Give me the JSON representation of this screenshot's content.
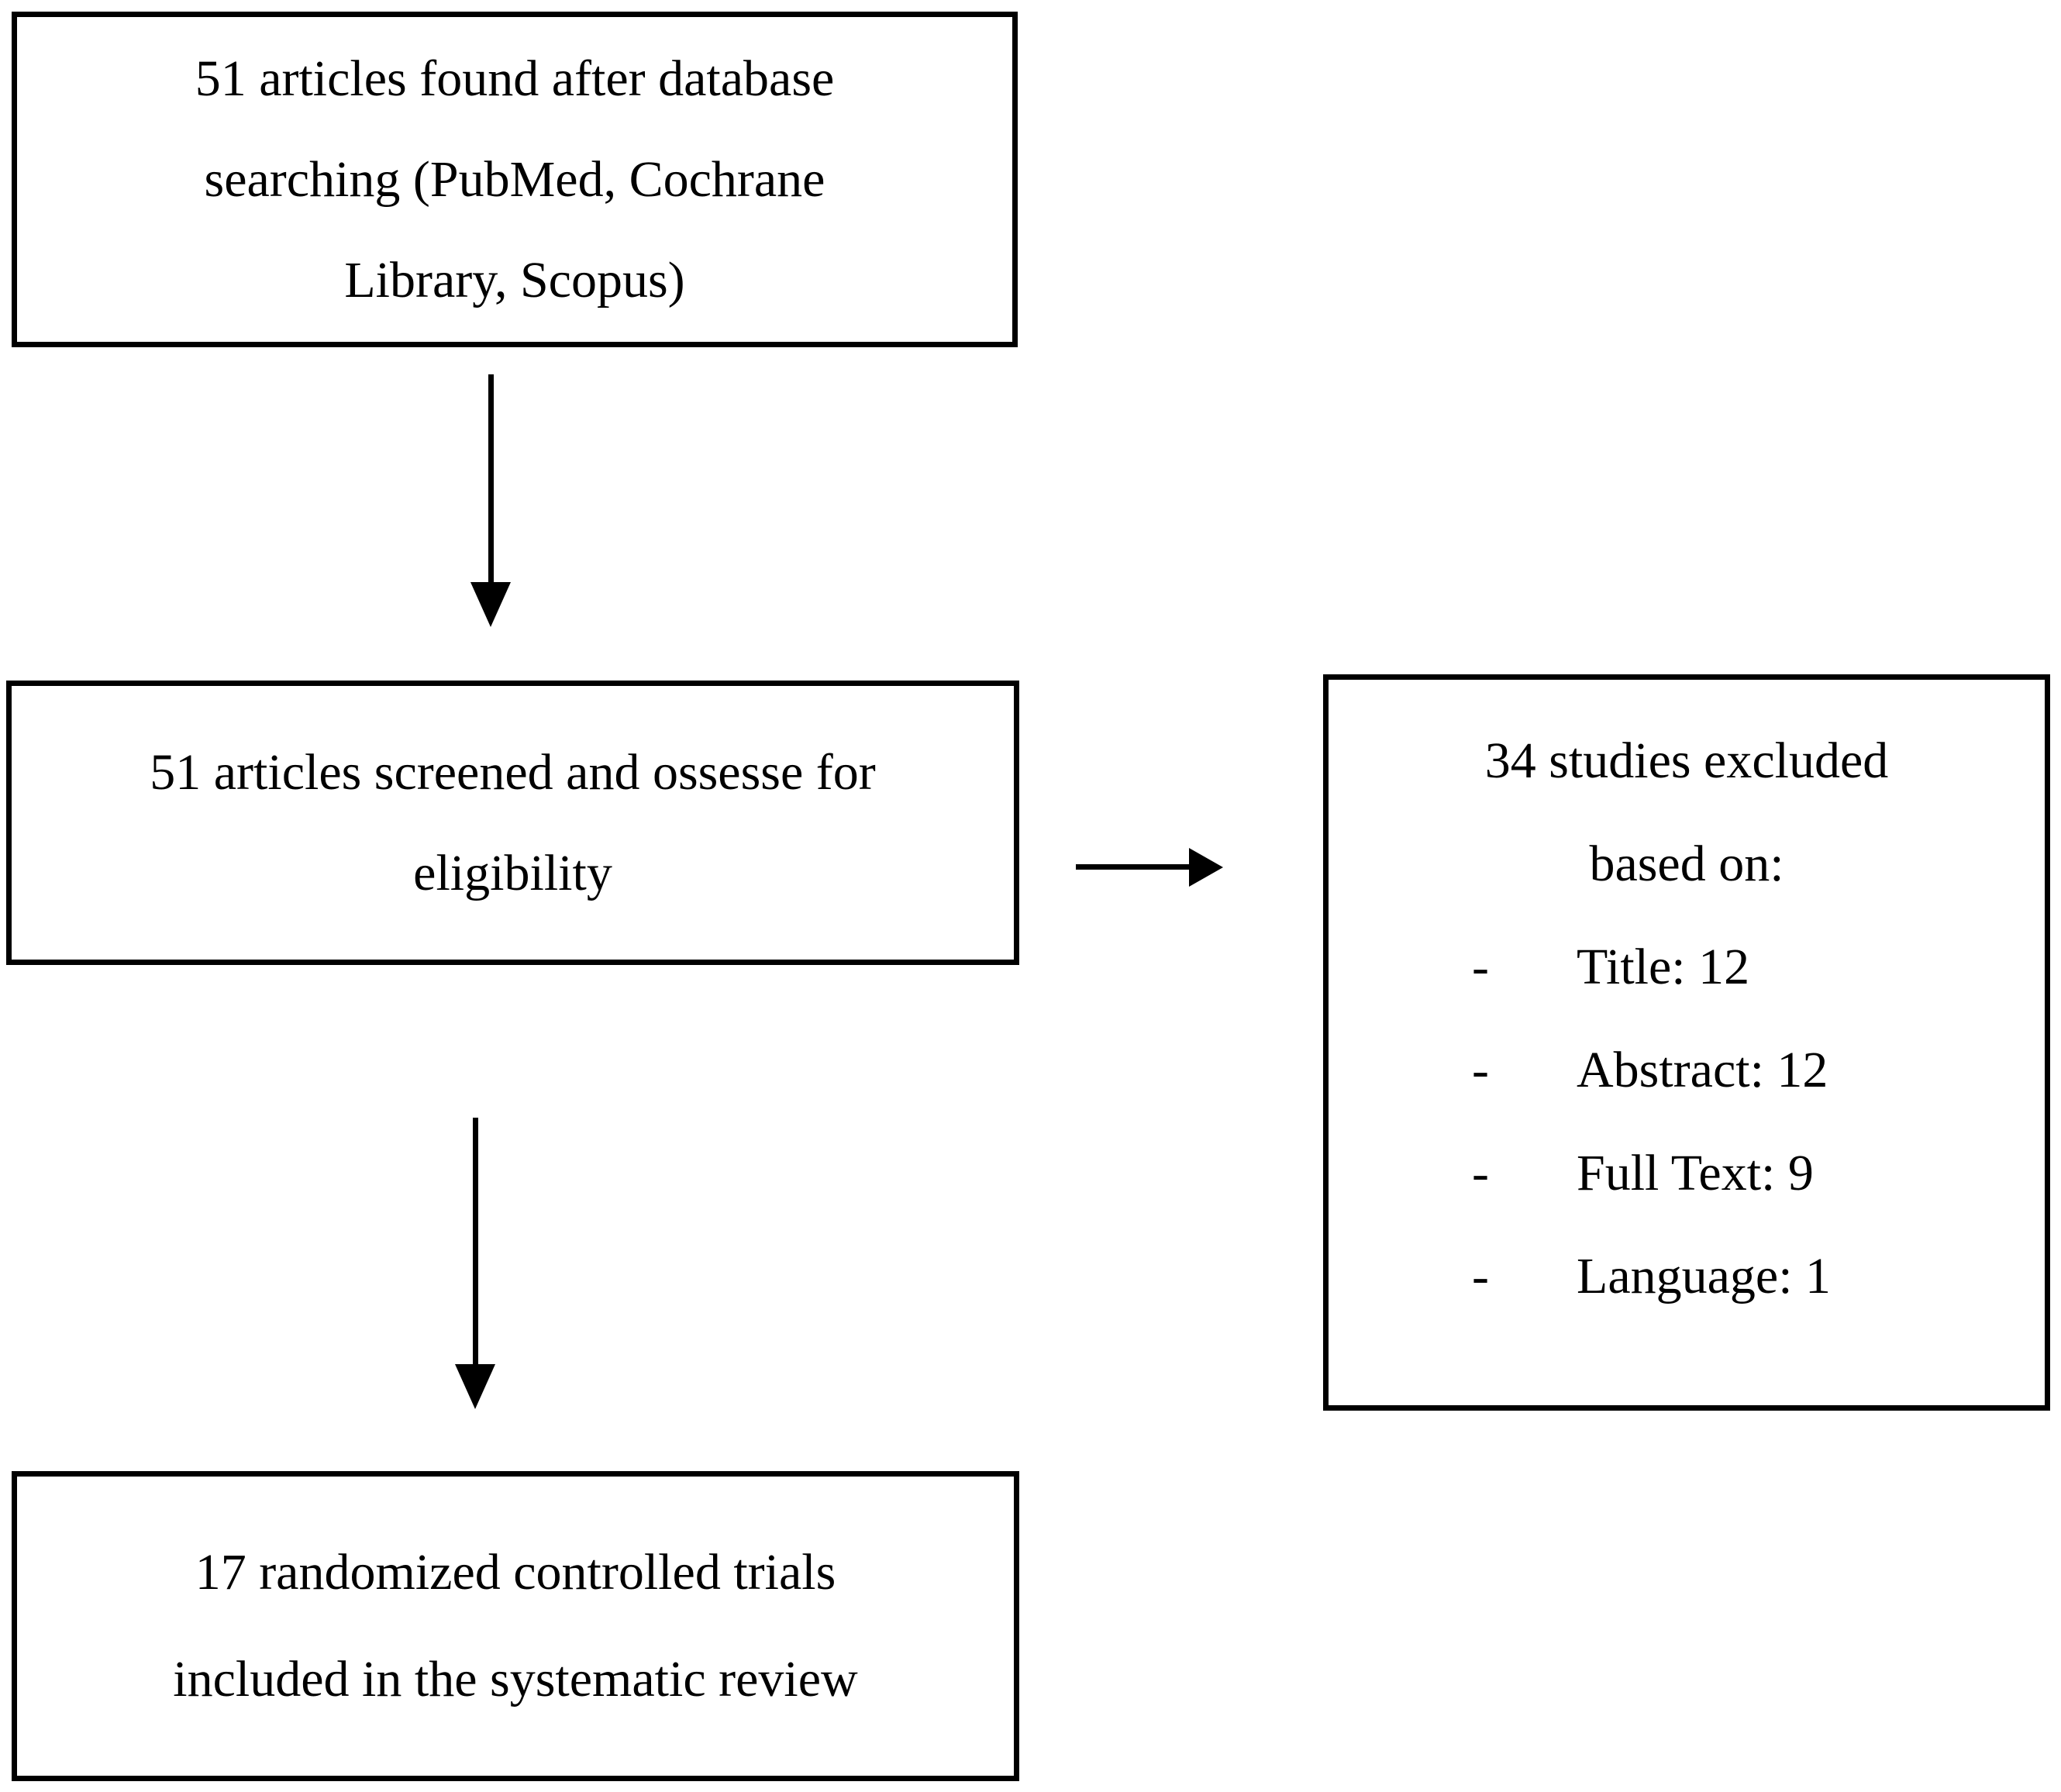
{
  "diagram": {
    "type": "prisma-flowchart",
    "colors": {
      "border": "#000000",
      "text": "#000000",
      "background": "#ffffff",
      "arrow": "#000000"
    },
    "boxes": {
      "identification": {
        "lines": [
          "51 articles found after database",
          "searching (PubMed, Cochrane",
          "Library, Scopus)"
        ]
      },
      "screening": {
        "lines": [
          "51 articles screened and ossesse for",
          "eligibility"
        ]
      },
      "excluded": {
        "heading_lines": [
          "34 studies excluded",
          "based on:"
        ],
        "items": [
          {
            "marker": "-",
            "label": "Title: 12"
          },
          {
            "marker": "-",
            "label": "Abstract: 12"
          },
          {
            "marker": "-",
            "label": "Full Text: 9"
          },
          {
            "marker": "-",
            "label": "Language: 1"
          }
        ]
      },
      "included": {
        "lines": [
          "17 randomized controlled trials",
          "included in the systematic review"
        ]
      }
    }
  }
}
